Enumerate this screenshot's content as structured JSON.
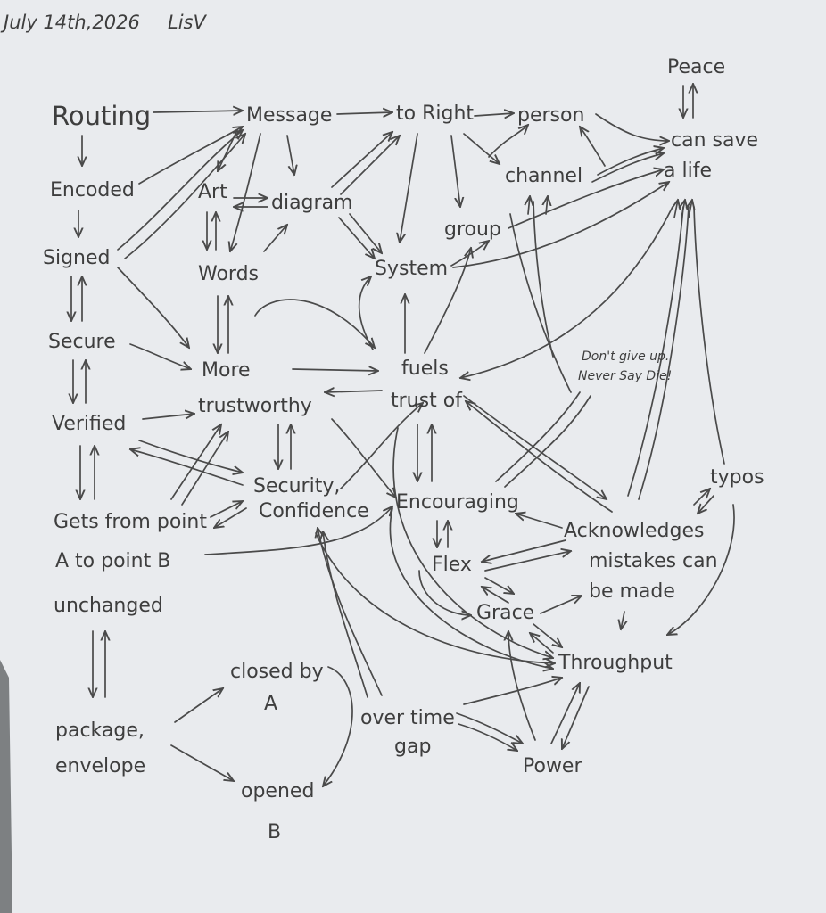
{
  "header": {
    "date": "July 14th,2026",
    "author": "LisV"
  },
  "nodes": {
    "routing": "Routing",
    "message": "Message",
    "to_right": "to Right",
    "person": "person",
    "peace": "Peace",
    "can_save": "can save",
    "a_life": "a life",
    "encoded": "Encoded",
    "art": "Art",
    "diagram": "diagram",
    "channel": "channel",
    "signed": "Signed",
    "words": "Words",
    "group": "group",
    "system": "System",
    "secure": "Secure",
    "more": "More",
    "trustworthy": "trustworthy",
    "fuels": "fuels",
    "trust_of": "trust of",
    "dont_give_up_1": "Don't give up.",
    "dont_give_up_2": "Never Say Die!",
    "verified": "Verified",
    "security": "Security,",
    "confidence": "Confidence",
    "encouraging": "Encouraging",
    "typos": "typos",
    "gets_1": "Gets from point",
    "gets_2": "A to point B",
    "gets_3": "unchanged",
    "acknowledges": "Acknowledges",
    "mistakes": "mistakes can",
    "be_made": "be made",
    "flex": "Flex",
    "grace": "Grace",
    "throughput": "Throughput",
    "closed_by": "closed by",
    "closed_a": "A",
    "package": "package,",
    "envelope": "envelope",
    "over_time": "over time",
    "gap": "gap",
    "power": "Power",
    "opened": "opened",
    "opened_b": "B"
  },
  "colors": {
    "paper": "#e9ebee",
    "ink": "#3e3e3e",
    "background": "#7d8082"
  }
}
